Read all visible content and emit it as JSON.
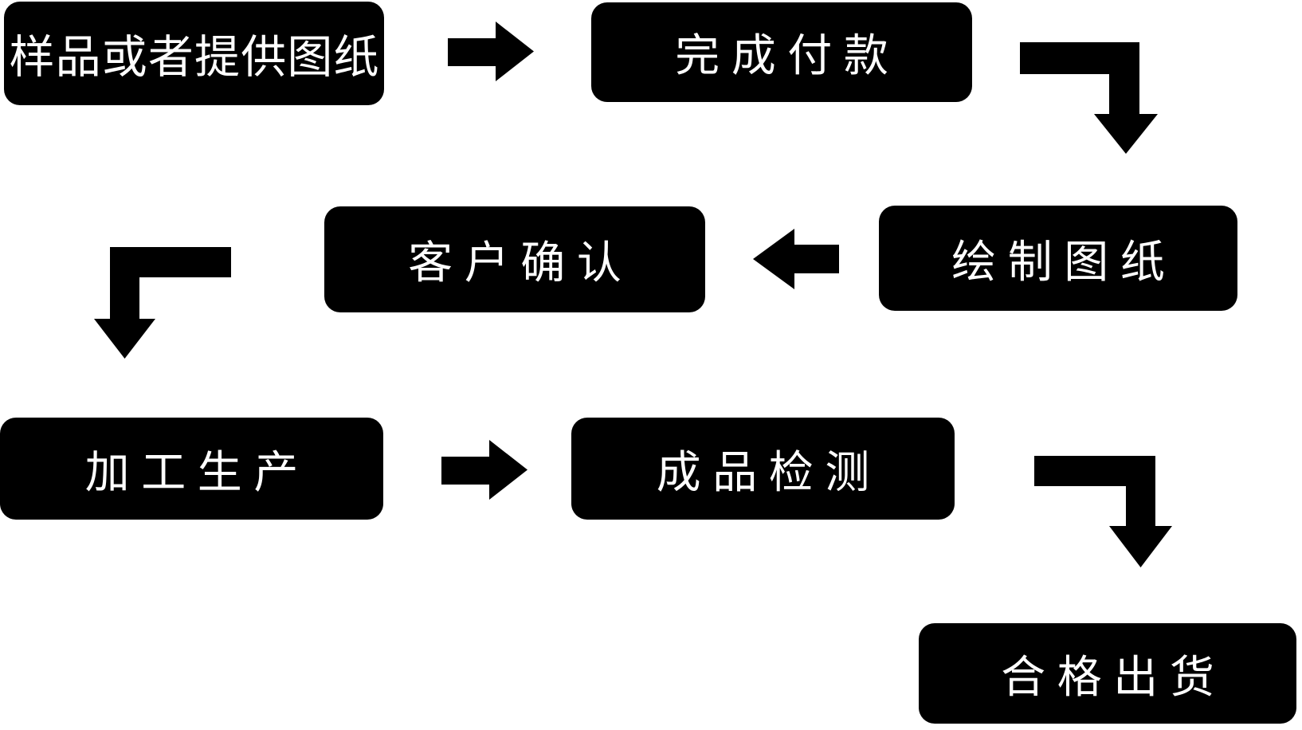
{
  "diagram": {
    "type": "flowchart",
    "language": "zh-CN",
    "colors": {
      "node_background": "#000000",
      "node_text": "#ffffff",
      "arrow": "#000000",
      "canvas_background": "#ffffff"
    },
    "nodes": [
      {
        "id": "sample-or-drawings",
        "label": "样品或者提供图纸"
      },
      {
        "id": "complete-payment",
        "label": "完成付款"
      },
      {
        "id": "customer-confirm",
        "label": "客户确认"
      },
      {
        "id": "draw-drawings",
        "label": "绘制图纸"
      },
      {
        "id": "processing-production",
        "label": "加工生产"
      },
      {
        "id": "product-inspection",
        "label": "成品检测"
      },
      {
        "id": "qualified-shipment",
        "label": "合格出货"
      }
    ],
    "edges": [
      {
        "from": "样品或者提供图纸",
        "to": "完成付款",
        "shape": "straight-arrow-right"
      },
      {
        "from": "完成付款",
        "to": "绘制图纸",
        "shape": "elbow-arrow-right-then-down"
      },
      {
        "from": "绘制图纸",
        "to": "客户确认",
        "shape": "straight-arrow-left"
      },
      {
        "from": "客户确认",
        "to": "加工生产",
        "shape": "elbow-arrow-left-then-down"
      },
      {
        "from": "加工生产",
        "to": "成品检测",
        "shape": "straight-arrow-right"
      },
      {
        "from": "成品检测",
        "to": "合格出货",
        "shape": "elbow-arrow-right-then-down"
      }
    ]
  }
}
